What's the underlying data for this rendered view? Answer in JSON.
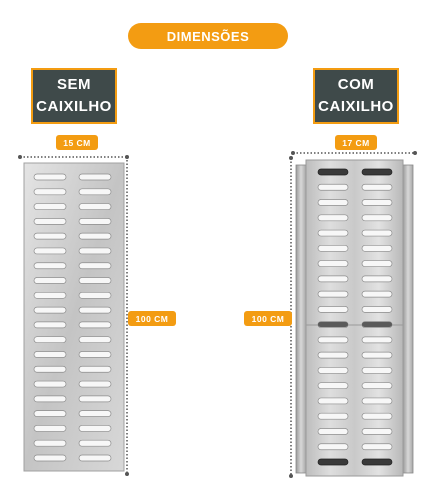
{
  "header": {
    "title": "DIMENSÕES"
  },
  "left_product": {
    "label_line1": "SEM",
    "label_line2": "CAIXILHO",
    "width_label": "15 CM",
    "height_label": "100 CM",
    "slot_rows": 20
  },
  "right_product": {
    "label_line1": "COM",
    "label_line2": "CAIXILHO",
    "width_label": "17 CM",
    "height_label": "100 CM",
    "slot_rows": 20
  },
  "colors": {
    "accent": "#f39c12",
    "label_box": "#3f4a4a",
    "metal_light": "#d4d4d4",
    "metal_dark": "#8a8a8a"
  }
}
